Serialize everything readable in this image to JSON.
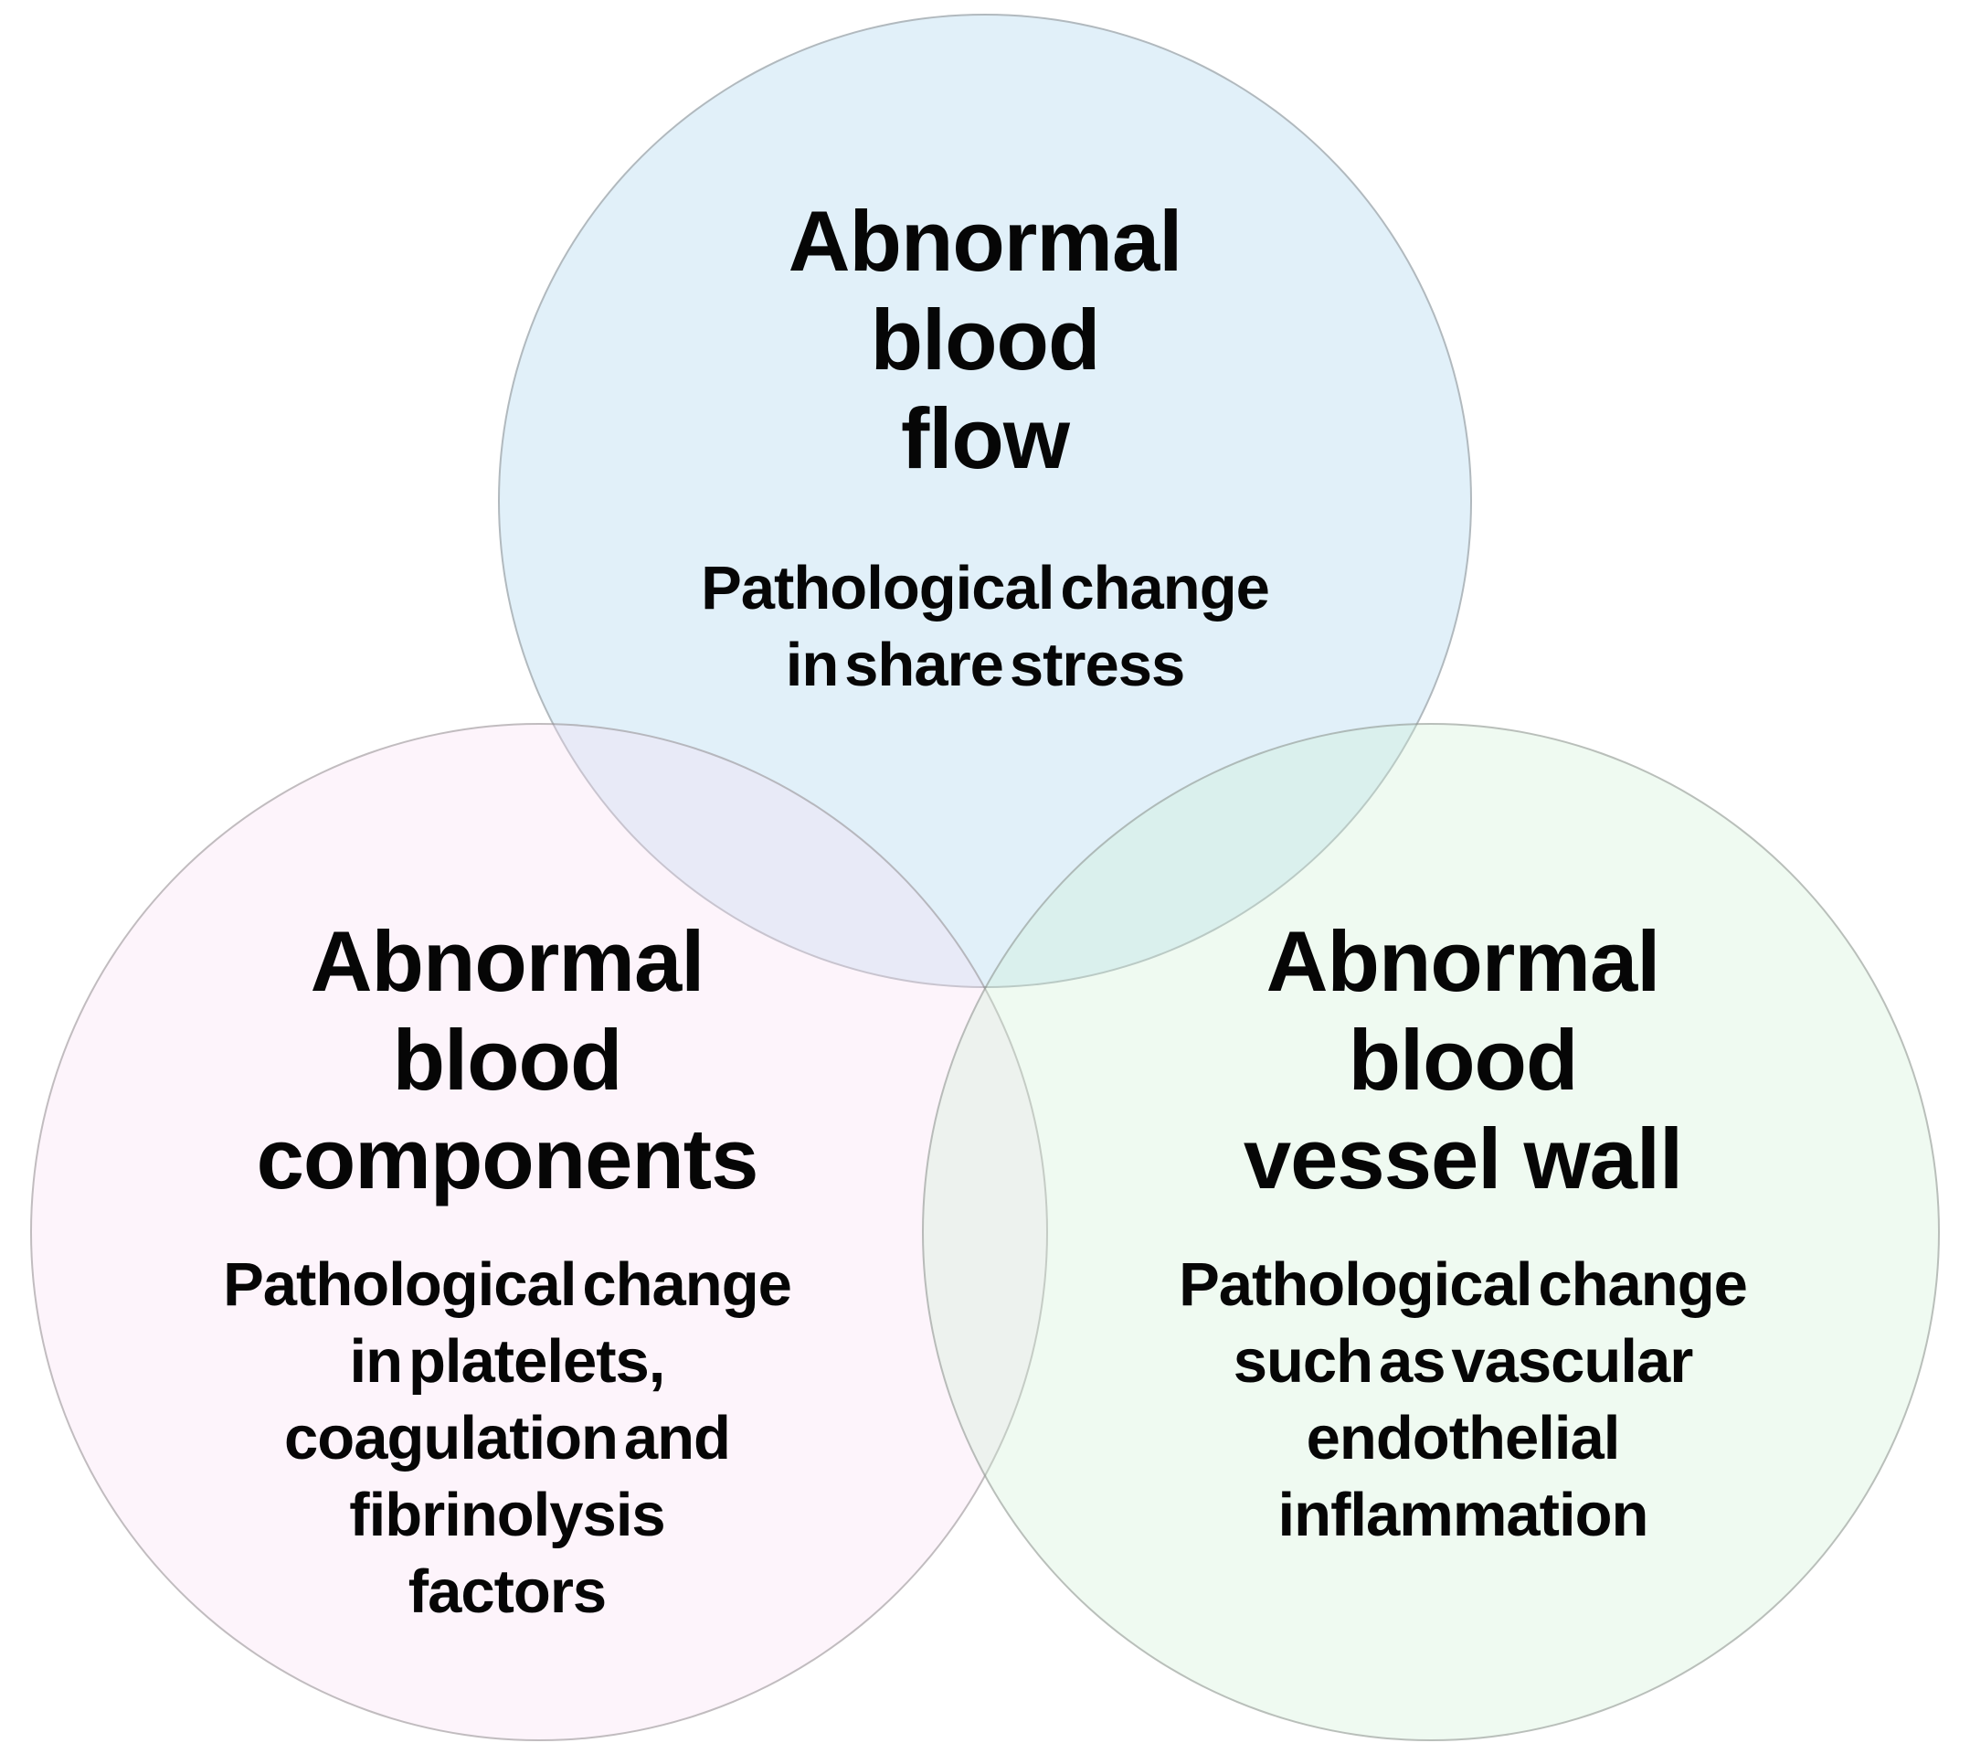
{
  "page": {
    "background_color": "#ffffff",
    "text_color": "#060606"
  },
  "diagram": {
    "type": "venn-3-circles",
    "circle_border_color": "rgba(120,120,120,0.45)",
    "circles": [
      {
        "id": "abnormal-blood-flow",
        "fill_color": "rgba(163,208,235,0.32)",
        "solid_fill_hex": "#e3f1f9",
        "heading_lines": [
          "Abnormal",
          "blood",
          "flow"
        ],
        "description_lines": [
          "Pathological change",
          "in share stress"
        ]
      },
      {
        "id": "abnormal-blood-components",
        "fill_color": "rgba(248,222,242,0.32)",
        "solid_fill_hex": "#fdf5fb",
        "heading_lines": [
          "Abnormal",
          "blood",
          "components"
        ],
        "description_lines": [
          "Pathological change",
          "in platelets,",
          "coagulation and",
          "fibrinolysis",
          "factors"
        ]
      },
      {
        "id": "abnormal-blood-vessel-wall",
        "fill_color": "rgba(205,238,212,0.32)",
        "solid_fill_hex": "#f0faf2",
        "heading_lines": [
          "Abnormal",
          "blood",
          "vessel wall"
        ],
        "description_lines": [
          "Pathological change",
          "such as vascular",
          "endothelial",
          "inflammation"
        ]
      }
    ]
  }
}
